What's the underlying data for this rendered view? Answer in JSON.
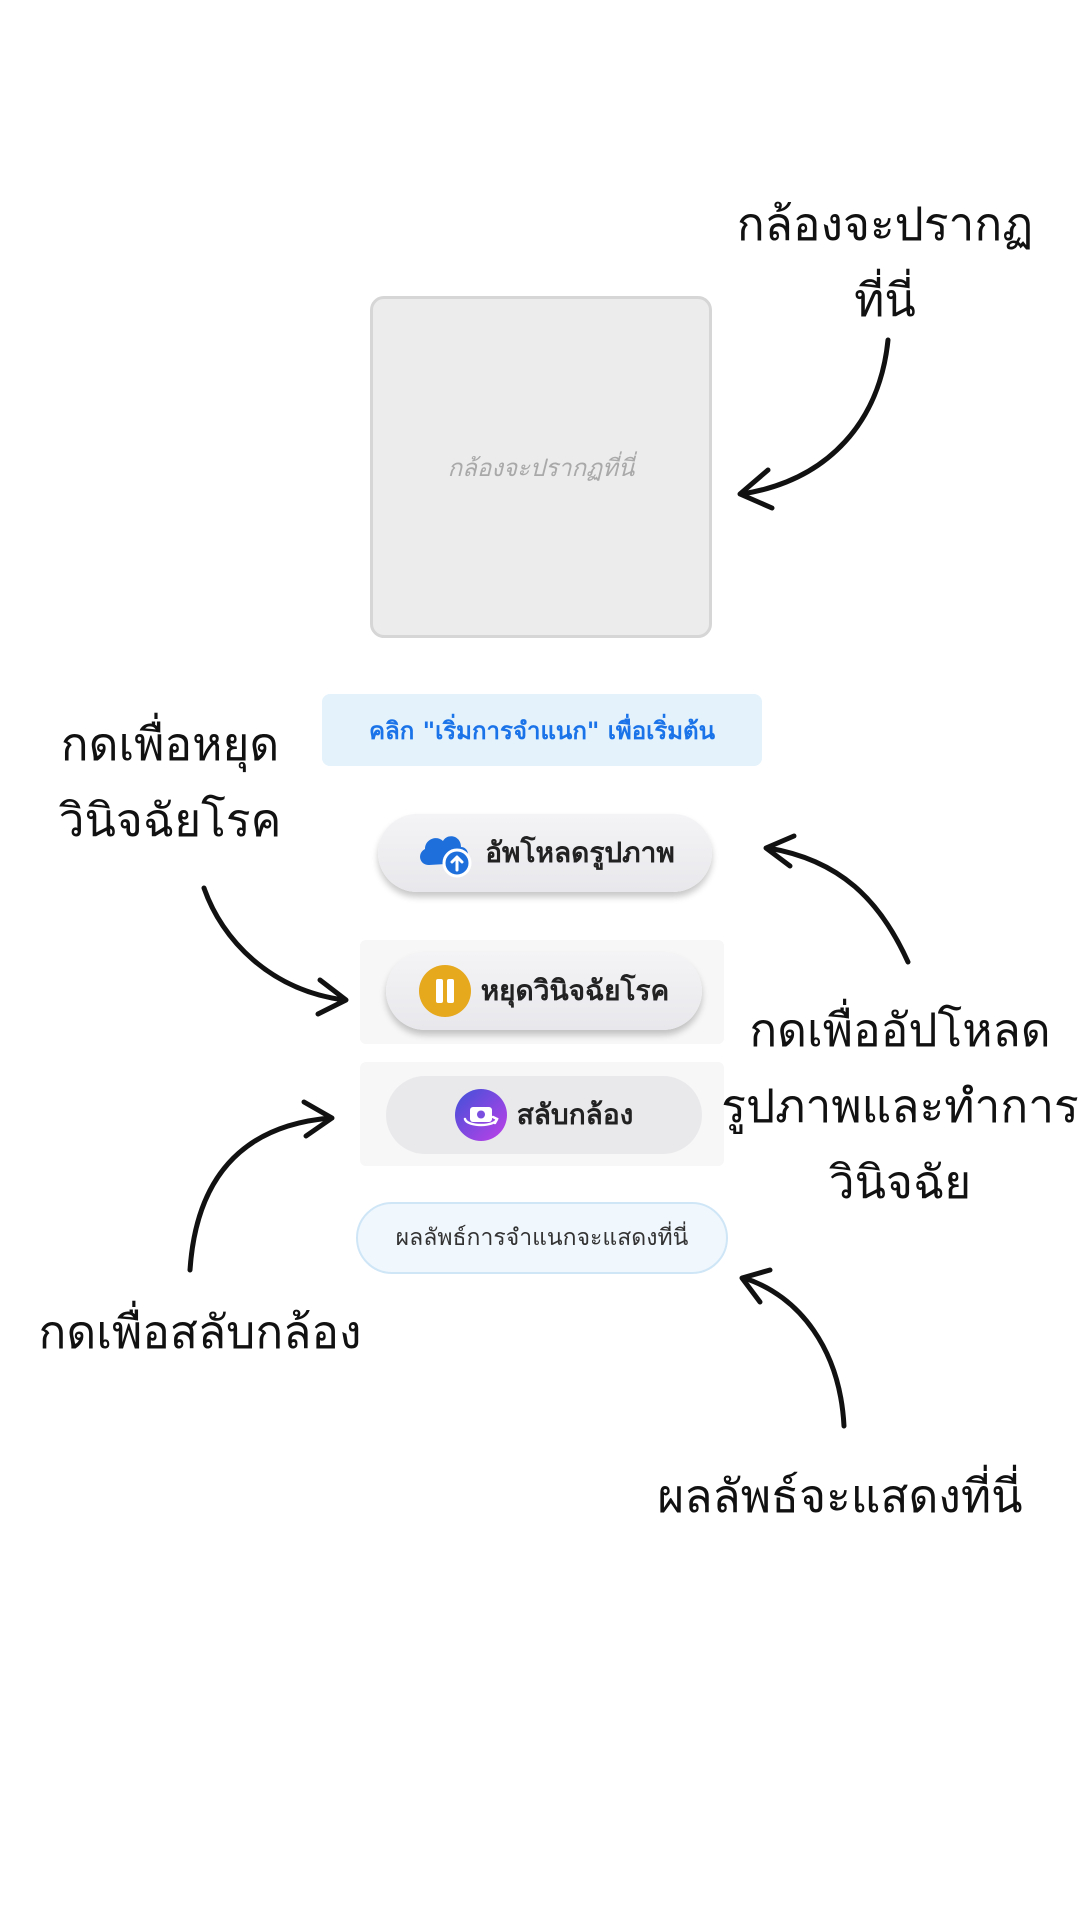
{
  "camera": {
    "placeholder": "กล้องจะปรากฏที่นี่"
  },
  "status": {
    "text": "คลิก \"เริ่มการจำแนก\" เพื่อเริ่มต้น"
  },
  "buttons": {
    "upload_label": "อัพโหลดรูปภาพ",
    "stop_label": "หยุดวินิจฉัยโรค",
    "switch_label": "สลับกล้อง"
  },
  "result": {
    "text": "ผลลัพธ์การจำแนกจะแสดงที่นี่"
  },
  "annotations": {
    "camera_line1": "กล้องจะปรากฏ",
    "camera_line2": "ที่นี่",
    "stop_line1": "กดเพื่อหยุด",
    "stop_line2": "วินิจฉัยโรค",
    "upload_line1": "กดเพื่ออัปโหลด",
    "upload_line2": "รูปภาพและทำการ",
    "upload_line3": "วินิจฉัย",
    "switch": "กดเพื่อสลับกล้อง",
    "result": "ผลลัพธ์จะแสดงที่นี่"
  },
  "colors": {
    "status_blue": "#1a73e8",
    "stop_icon_orange": "#e6a81d",
    "switch_icon_gradient": [
      "#3f51d8",
      "#c040e8"
    ],
    "upload_icon_blue": "#1e6fdc"
  },
  "icons": {
    "upload": "cloud-upload-icon",
    "stop": "pause-icon",
    "switch": "camera-switch-icon"
  }
}
